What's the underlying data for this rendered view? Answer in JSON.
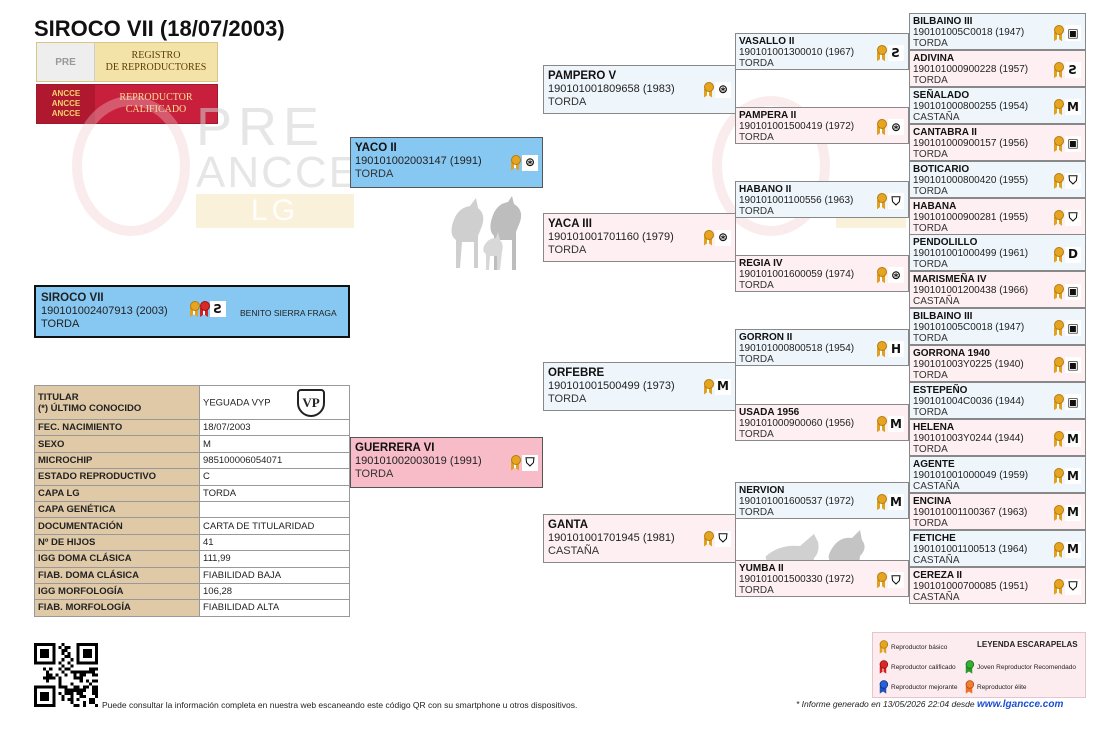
{
  "title": "SIROCO VII (18/07/2003)",
  "logos": {
    "pre": {
      "mark": "PRE",
      "text": "REGISTRO\nDE REPRODUCTORES"
    },
    "ancce": {
      "mark": "ANCCE",
      "text": "REPRODUCTOR\nCALIFICADO"
    }
  },
  "watermark": {
    "pre": "PRE",
    "ancce": "ANCCE",
    "lg": "LG"
  },
  "subject": {
    "name": "SIROCO VII",
    "reg": "190101002407913 (2003)",
    "coat": "TORDA",
    "owner": "BENITO SIERRA FRAGA"
  },
  "info": {
    "titular_label": "TITULAR",
    "titular_sub": "(*) ÚLTIMO CONOCIDO",
    "titular_value": "YEGUADA VYP",
    "titular_logo": "VP",
    "rows": [
      {
        "k": "FEC. NACIMIENTO",
        "v": "18/07/2003"
      },
      {
        "k": "SEXO",
        "v": "M"
      },
      {
        "k": "MICROCHIP",
        "v": "985100006054071"
      },
      {
        "k": "ESTADO REPRODUCTIVO",
        "v": "C"
      },
      {
        "k": "CAPA LG",
        "v": "TORDA"
      },
      {
        "k": "CAPA GENÉTICA",
        "v": ""
      },
      {
        "k": "DOCUMENTACIÓN",
        "v": "CARTA DE TITULARIDAD"
      },
      {
        "k": "Nº DE HIJOS",
        "v": "41"
      },
      {
        "k": "IGG DOMA CLÁSICA",
        "v": "111,99"
      },
      {
        "k": "FIAB. DOMA CLÁSICA",
        "v": "FIABILIDAD BAJA"
      },
      {
        "k": "IGG MORFOLOGÍA",
        "v": "106,28"
      },
      {
        "k": "FIAB. MORFOLOGÍA",
        "v": "FIABILIDAD ALTA"
      }
    ]
  },
  "gen1": [
    {
      "name": "YACO II",
      "reg": "190101002003147 (1991)",
      "coat": "TORDA",
      "brand": "⊛"
    },
    {
      "name": "GUERRERA VI",
      "reg": "190101002003019 (1991)",
      "coat": "TORDA",
      "brand": "⛉"
    }
  ],
  "gen2": [
    {
      "name": "PAMPERO V",
      "reg": "190101001809658 (1983)",
      "coat": "TORDA",
      "brand": "⊛"
    },
    {
      "name": "YACA III",
      "reg": "190101001701160 (1979)",
      "coat": "TORDA",
      "brand": "⊛"
    },
    {
      "name": "ORFEBRE",
      "reg": "190101001500499 (1973)",
      "coat": "TORDA",
      "brand": "M"
    },
    {
      "name": "GANTA",
      "reg": "190101001701945 (1981)",
      "coat": "CASTAÑA",
      "brand": "⛉"
    }
  ],
  "gen3": [
    {
      "name": "VASALLO II",
      "reg": "190101001300010 (1967)",
      "coat": "TORDA",
      "brand": "Ƨ"
    },
    {
      "name": "PAMPERA II",
      "reg": "190101001500419 (1972)",
      "coat": "TORDA",
      "brand": "⊛"
    },
    {
      "name": "HABANO II",
      "reg": "190101001100556 (1963)",
      "coat": "TORDA",
      "brand": "⛉"
    },
    {
      "name": "REGIA IV",
      "reg": "190101001600059 (1974)",
      "coat": "TORDA",
      "brand": "⊛"
    },
    {
      "name": "GORRON II",
      "reg": "190101000800518 (1954)",
      "coat": "TORDA",
      "brand": "H"
    },
    {
      "name": "USADA 1956",
      "reg": "190101000900060 (1956)",
      "coat": "TORDA",
      "brand": "M"
    },
    {
      "name": "NERVION",
      "reg": "190101001600537 (1972)",
      "coat": "TORDA",
      "brand": "M"
    },
    {
      "name": "YUMBA II",
      "reg": "190101001500330 (1972)",
      "coat": "TORDA",
      "brand": "⛉"
    }
  ],
  "gen4": [
    {
      "name": "BILBAINO III",
      "reg": "190101005C0018 (1947)",
      "coat": "TORDA",
      "brand": "▣"
    },
    {
      "name": "ADIVINA",
      "reg": "190101000900228 (1957)",
      "coat": "TORDA",
      "brand": "Ƨ"
    },
    {
      "name": "SEÑALADO",
      "reg": "190101000800255 (1954)",
      "coat": "CASTAÑA",
      "brand": "M"
    },
    {
      "name": "CANTABRA II",
      "reg": "190101000900157 (1956)",
      "coat": "TORDA",
      "brand": "▣"
    },
    {
      "name": "BOTICARIO",
      "reg": "190101000800420 (1955)",
      "coat": "TORDA",
      "brand": "⛉"
    },
    {
      "name": "HABANA",
      "reg": "190101000900281 (1955)",
      "coat": "TORDA",
      "brand": "⛉"
    },
    {
      "name": "PENDOLILLO",
      "reg": "190101001000499 (1961)",
      "coat": "TORDA",
      "brand": "D"
    },
    {
      "name": "MARISMEÑA IV",
      "reg": "190101001200438 (1966)",
      "coat": "CASTAÑA",
      "brand": "▣"
    },
    {
      "name": "BILBAINO III",
      "reg": "190101005C0018 (1947)",
      "coat": "TORDA",
      "brand": "▣"
    },
    {
      "name": "GORRONA 1940",
      "reg": "190101003Y0225 (1940)",
      "coat": "TORDA",
      "brand": "▣"
    },
    {
      "name": "ESTEPEÑO",
      "reg": "190101004C0036 (1944)",
      "coat": "TORDA",
      "brand": "▣"
    },
    {
      "name": "HELENA",
      "reg": "190101003Y0244 (1944)",
      "coat": "TORDA",
      "brand": "M"
    },
    {
      "name": "AGENTE",
      "reg": "190101001000049 (1959)",
      "coat": "CASTAÑA",
      "brand": "M"
    },
    {
      "name": "ENCINA",
      "reg": "190101001100367 (1963)",
      "coat": "TORDA",
      "brand": "M"
    },
    {
      "name": "FETICHE",
      "reg": "190101001100513 (1964)",
      "coat": "CASTAÑA",
      "brand": "M"
    },
    {
      "name": "CEREZA II",
      "reg": "190101000700085 (1951)",
      "coat": "CASTAÑA",
      "brand": "⛉"
    }
  ],
  "legend": {
    "title": "LEYENDA ESCARAPELAS",
    "items": [
      "Reproductor básico",
      "Reproductor calificado",
      "Joven Reproductor Recomendado",
      "Reproductor mejorante",
      "Reproductor élite"
    ]
  },
  "footer": {
    "qr_text": "Puede consultar la información completa en nuestra web escaneando este código QR con su smartphone u otros dispositivos.",
    "report_text": "* Informe generado en 13/05/2026 22:04 desde",
    "url": "www.lgancce.com"
  }
}
